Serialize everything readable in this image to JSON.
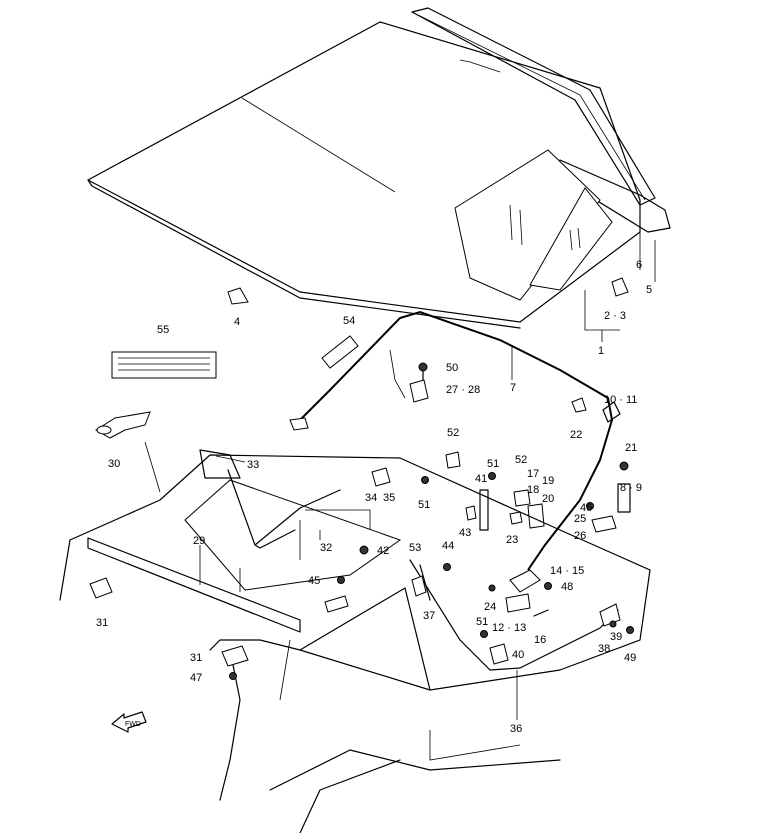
{
  "labels": {
    "1": "1",
    "2_3": "2 · 3",
    "4": "4",
    "5": "5",
    "6": "6",
    "7": "7",
    "8_9": "8 · 9",
    "10_11": "10 · 11",
    "12_13": "12 · 13",
    "14_15": "14 · 15",
    "16": "16",
    "17": "17",
    "18": "18",
    "19": "19",
    "20": "20",
    "21": "21",
    "22": "22",
    "23": "23",
    "24": "24",
    "25": "25",
    "26": "26",
    "27_28": "27 · 28",
    "29": "29",
    "30": "30",
    "31a": "31",
    "31b": "31",
    "32": "32",
    "33": "33",
    "34": "34",
    "35": "35",
    "36": "36",
    "37": "37",
    "38": "38",
    "39": "39",
    "40": "40",
    "41": "41",
    "42": "42",
    "43": "43",
    "44": "44",
    "45": "45",
    "46": "46",
    "47": "47",
    "48": "48",
    "49": "49",
    "50": "50",
    "51a": "51",
    "51b": "51",
    "51c": "51",
    "52a": "52",
    "52b": "52",
    "53": "53",
    "54": "54",
    "55": "55"
  },
  "fwd_label": "FWD"
}
